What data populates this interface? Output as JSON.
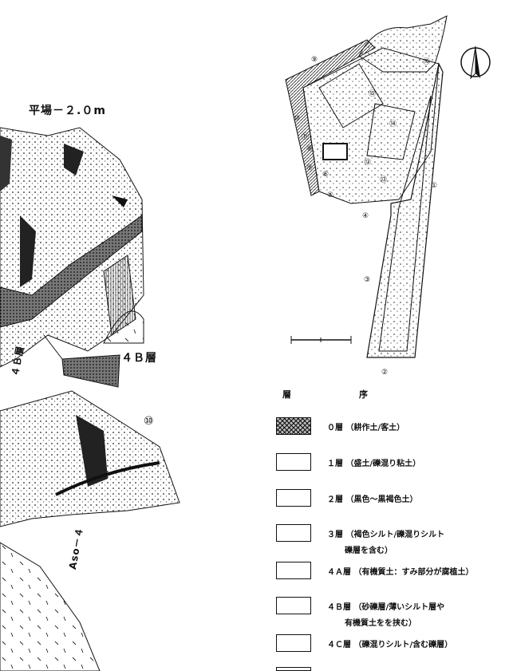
{
  "section_labels": {
    "plateau": "平場－２.０m",
    "layer_4b_right": "４Ｂ層",
    "layer_4b_vertical": "４Ｂ層",
    "aso4": "Aso－４",
    "circled_10": "⑩"
  },
  "plan_markers": [
    "①",
    "②",
    "③",
    "④",
    "⑤",
    "⑥",
    "⑦",
    "⑧",
    "⑨",
    "⑩",
    "⑪",
    "⑫",
    "⑬",
    "⑭",
    "⑮",
    "⑯"
  ],
  "legend": {
    "heading_left": "層",
    "heading_right": "序",
    "rows": [
      {
        "text": "０層 （耕作土/客土）",
        "hatched": true
      },
      {
        "text": "１層 （盛土/礫混り粘土）",
        "hatched": false
      },
      {
        "text": "２層 （黒色～黒褐色土）",
        "hatched": false
      },
      {
        "text": "３層 （褐色シルト/礫混りシルト",
        "text2": "礫層を含む）",
        "hatched": false
      },
      {
        "text": "４Ａ層 （有機質土：すみ部分が腐植土）",
        "hatched": false
      },
      {
        "text": "４Ｂ層 （砂礫層/薄いシルト層や",
        "text2": "有機質土をを挟む）",
        "hatched": false
      },
      {
        "text": "４Ｃ層 （礫混りシルト/含む礫層）",
        "hatched": false
      }
    ]
  }
}
